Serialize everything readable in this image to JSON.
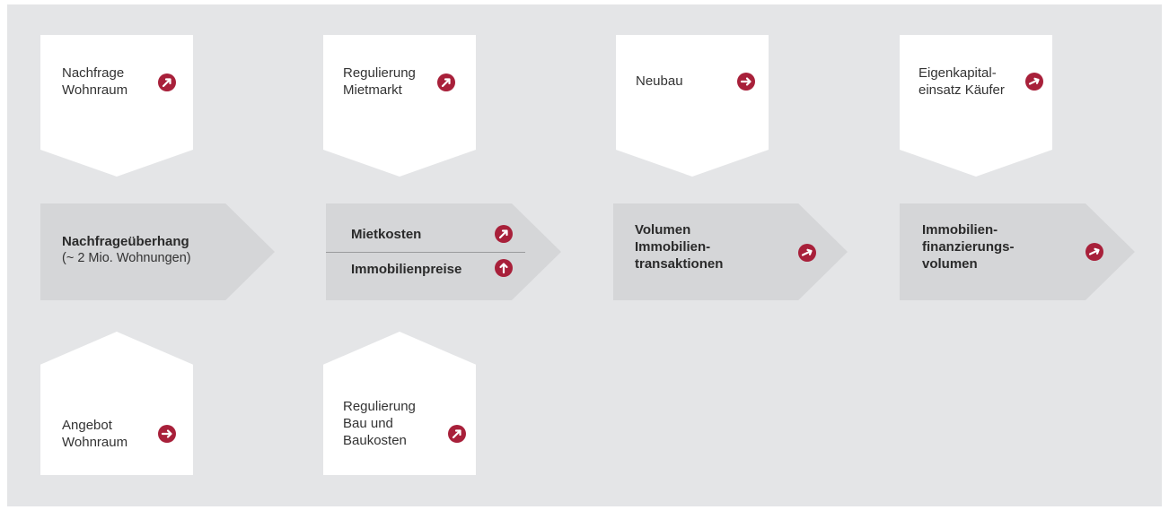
{
  "colors": {
    "background": "#e4e5e7",
    "box_white": "#ffffff",
    "box_grey": "#d5d6d8",
    "accent": "#a8203a"
  },
  "top": [
    {
      "label": "Nachfrage\nWohnraum",
      "icon": "arrow-up-right-icon"
    },
    {
      "label": "Regulierung\nMietmarkt",
      "icon": "arrow-up-right-icon"
    },
    {
      "label": "Neubau",
      "icon": "arrow-right-icon"
    },
    {
      "label": "Eigenkapital-\neinsatz Käufer",
      "icon": "arrow-slight-up-right-icon"
    }
  ],
  "middle": {
    "nachfrage": {
      "title": "Nachfrageüberhang",
      "subtitle": "(~ 2 Mio. Wohnungen)"
    },
    "preise": {
      "line1": "Mietkosten",
      "line1_icon": "arrow-up-right-icon",
      "line2": "Immobilienpreise",
      "line2_icon": "arrow-up-icon"
    },
    "volumen": {
      "label": "Volumen\nImmobilien-\ntransaktionen",
      "icon": "arrow-slight-up-right-icon"
    },
    "finanzierung": {
      "label": "Immobilien-\nfinanzierungs-\nvolumen",
      "icon": "arrow-slight-up-right-icon"
    }
  },
  "bottom": [
    {
      "label": "Angebot\nWohnraum",
      "icon": "arrow-right-icon"
    },
    {
      "label": "Regulierung\nBau und\nBaukosten",
      "icon": "arrow-up-right-icon"
    }
  ]
}
